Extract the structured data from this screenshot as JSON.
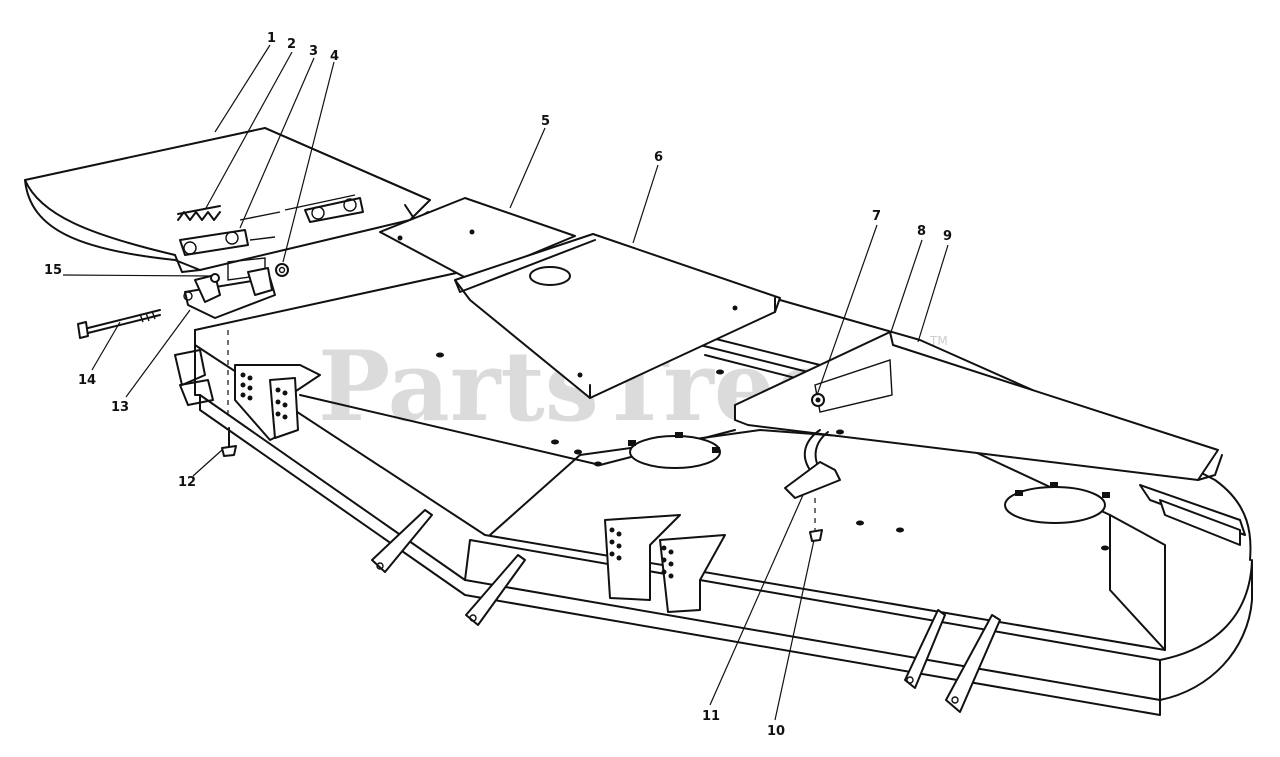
{
  "watermark": {
    "text": "PartsTree",
    "trademark": "TM",
    "color": "#cfcfcf"
  },
  "diagram": {
    "callouts": [
      {
        "id": "c1",
        "label": "1"
      },
      {
        "id": "c2",
        "label": "2"
      },
      {
        "id": "c3",
        "label": "3"
      },
      {
        "id": "c4",
        "label": "4"
      },
      {
        "id": "c5",
        "label": "5"
      },
      {
        "id": "c6",
        "label": "6"
      },
      {
        "id": "c7",
        "label": "7"
      },
      {
        "id": "c8",
        "label": "8"
      },
      {
        "id": "c9",
        "label": "9"
      },
      {
        "id": "c10",
        "label": "10"
      },
      {
        "id": "c11",
        "label": "11"
      },
      {
        "id": "c12",
        "label": "12"
      },
      {
        "id": "c13",
        "label": "13"
      },
      {
        "id": "c14",
        "label": "14"
      },
      {
        "id": "c15",
        "label": "15"
      }
    ]
  }
}
